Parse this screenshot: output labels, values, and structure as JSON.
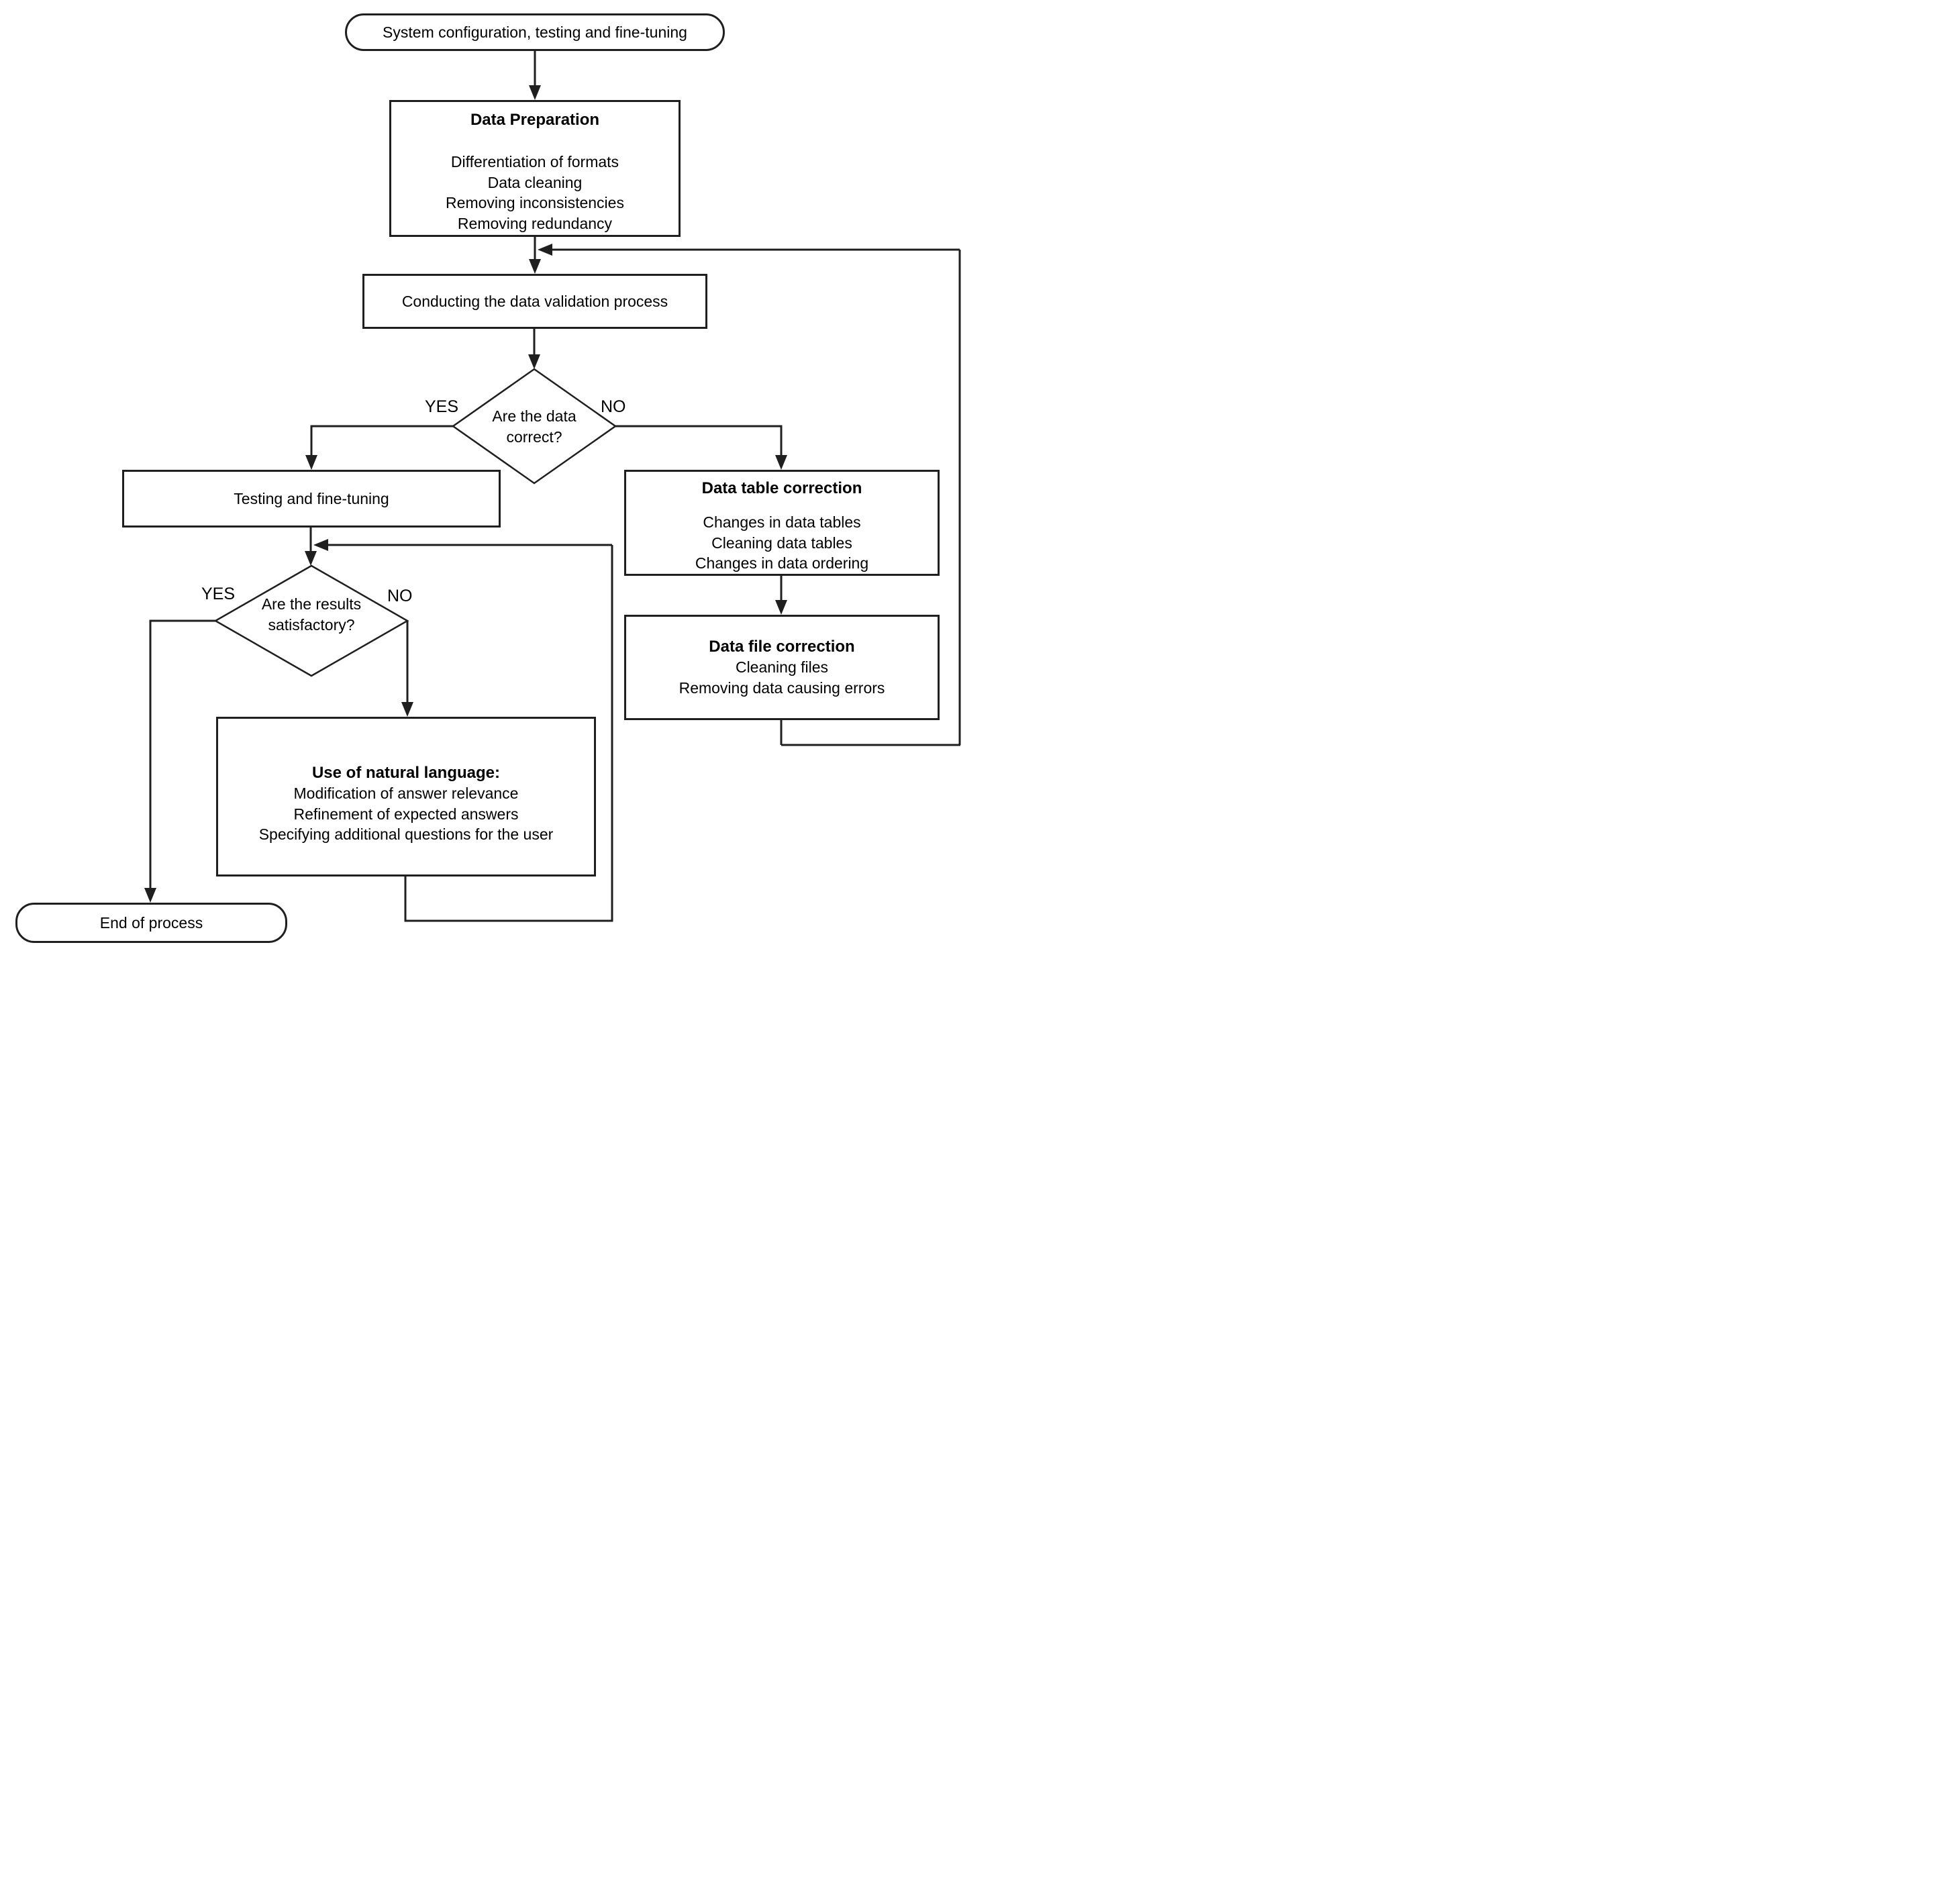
{
  "diagram": {
    "background_color": "#ffffff",
    "line_color": "#1f1f1f",
    "text_color": "#000000",
    "nodes": {
      "start": {
        "label": "System configuration, testing and fine-tuning"
      },
      "data_preparation": {
        "title": "Data Preparation",
        "lines": [
          "Differentiation of formats",
          "Data cleaning",
          "Removing inconsistencies",
          "Removing redundancy"
        ]
      },
      "validation": {
        "label": "Conducting the data validation process"
      },
      "decision_data_correct": {
        "question_line1": "Are the data",
        "question_line2": "correct?",
        "yes_label": "YES",
        "no_label": "NO"
      },
      "testing": {
        "label": "Testing and fine-tuning"
      },
      "table_correction": {
        "title": "Data table correction",
        "lines": [
          "Changes in data tables",
          "Cleaning data tables",
          "Changes in data ordering"
        ]
      },
      "file_correction": {
        "title": "Data file correction",
        "lines": [
          "Cleaning files",
          "Removing data causing errors"
        ]
      },
      "decision_results": {
        "question_line1": "Are the results",
        "question_line2": "satisfactory?",
        "yes_label": "YES",
        "no_label": "NO"
      },
      "natural_language": {
        "title": "Use of natural language:",
        "lines": [
          "Modification of answer relevance",
          "Refinement of expected answers",
          "Specifying additional questions for the user"
        ]
      },
      "end": {
        "label": "End of process"
      }
    }
  }
}
